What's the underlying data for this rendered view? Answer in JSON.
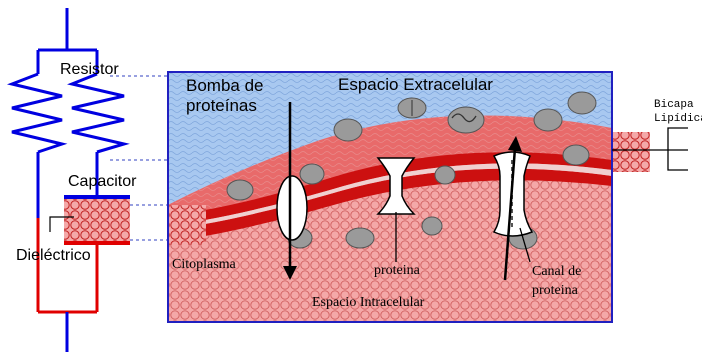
{
  "labels": {
    "resistor": "Resistor",
    "capacitor": "Capacitor",
    "dielectric": "Dieléctrico",
    "pump": "Bomba de\nproteínas",
    "extracellular": "Espacio Extracelular",
    "bilayer": "Bicapa\nLipídica",
    "cytoplasm": "Citoplasma",
    "protein": "proteina",
    "channel": "Canal de\nproteina",
    "intracellular": "Espacio Intracelular"
  },
  "colors": {
    "wire_blue": "#0000e0",
    "wire_red": "#e00000",
    "extracellular_bg": "#a8c8f0",
    "intracellular_bg": "#f4a8a8",
    "membrane_top": "#e86a6a",
    "membrane_stripe": "#cc1010",
    "frame_blue": "#2020c0",
    "protein_gray": "#9a9a9a"
  }
}
